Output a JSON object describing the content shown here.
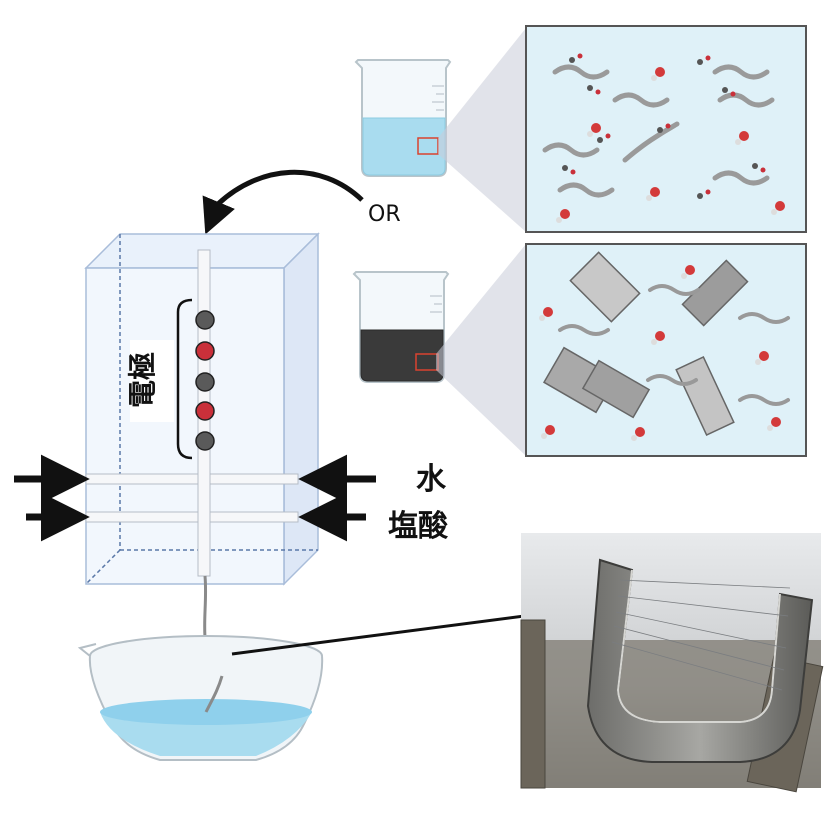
{
  "labels": {
    "or": "OR",
    "electrodes": "電極",
    "water": "水",
    "hydrochloric_acid": "塩酸"
  },
  "colors": {
    "liquid_clear": "#a9dcef",
    "liquid_dark": "#3a3a3a",
    "panel_bg": "#dff1f8",
    "electrode_red": "#c9303a",
    "electrode_gray": "#5a5a5a",
    "arrow": "#111111"
  },
  "icons": [
    "beaker-icon",
    "arrow-icon",
    "molecule-icon",
    "carbon-nanotube-icon",
    "water-molecule-icon"
  ]
}
